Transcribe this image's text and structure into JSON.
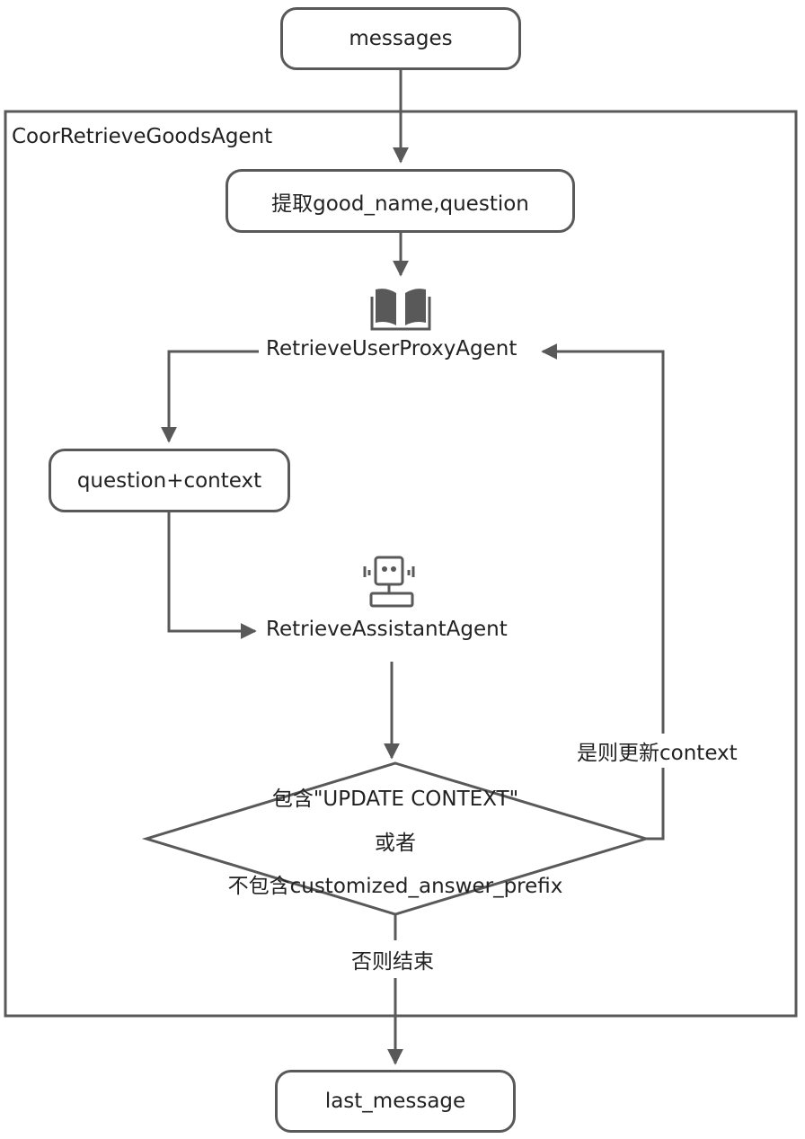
{
  "container": {
    "title": "CoorRetrieveGoodsAgent"
  },
  "nodes": {
    "messages": "messages",
    "extract": "提取good_name,question",
    "retrieve_user_proxy": "RetrieveUserProxyAgent",
    "question_context": "question+context",
    "retrieve_assistant": "RetrieveAssistantAgent",
    "last_message": "last_message"
  },
  "decision": {
    "line1": "包含\"UPDATE CONTEXT\"",
    "line2": "或者",
    "line3": "不包含customized_answer_prefix"
  },
  "edges": {
    "yes_label": "是则更新context",
    "no_label": "否则结束"
  },
  "icons": {
    "proxy": "book-icon",
    "assistant": "robot-icon"
  },
  "colors": {
    "stroke": "#595959",
    "text": "#222222"
  }
}
